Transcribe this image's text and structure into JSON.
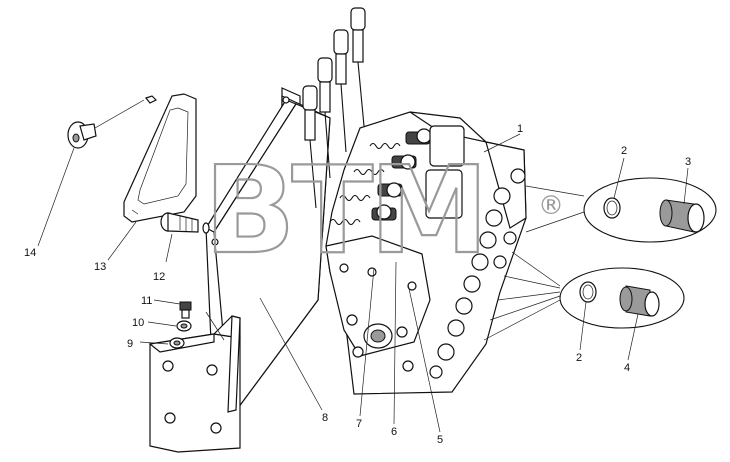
{
  "diagram": {
    "watermark": {
      "text": "BTM",
      "mark": "®"
    },
    "callouts": [
      "1",
      "2",
      "3",
      "2",
      "4",
      "5",
      "6",
      "7",
      "8",
      "9",
      "10",
      "11",
      "12",
      "13",
      "14"
    ]
  }
}
